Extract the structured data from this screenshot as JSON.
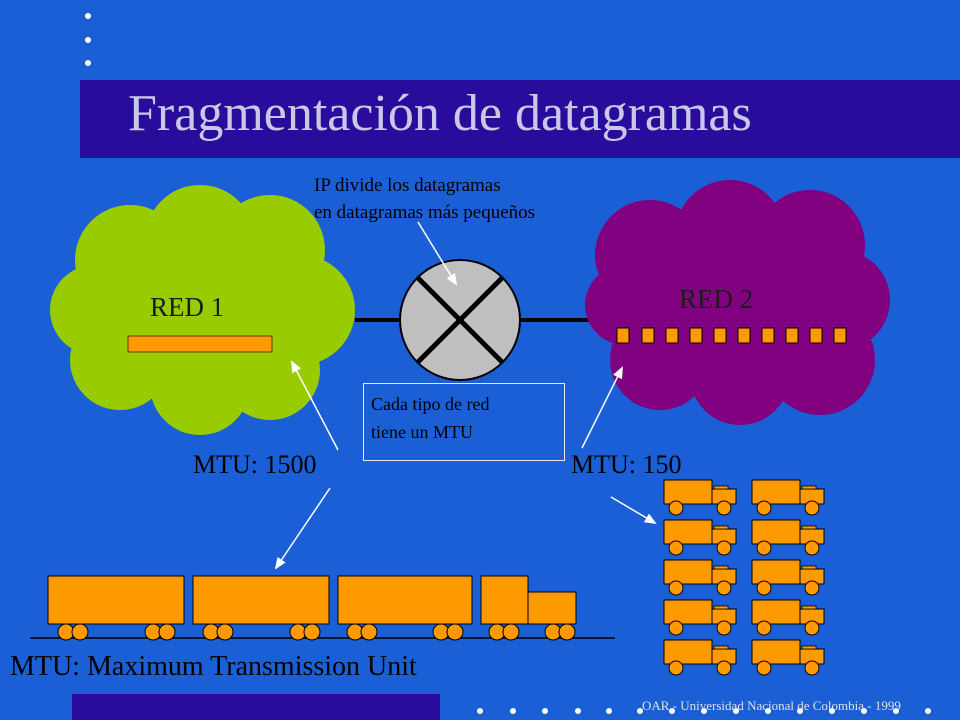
{
  "slide": {
    "title": "Fragmentación de datagramas",
    "footer": "OAR - Universidad Nacional de Colombia - 1999"
  },
  "networks": {
    "red1": {
      "label": "RED 1",
      "mtu_label": "MTU: 1500"
    },
    "red2": {
      "label": "RED 2",
      "mtu_label": "MTU: 150"
    }
  },
  "router_note": {
    "line1": "IP divide los datagramas",
    "line2": "en datagramas más pequeños"
  },
  "mtu_note": {
    "line1": "Cada tipo de red",
    "line2": "tiene un MTU"
  },
  "caption": "MTU: Maximum Transmission Unit",
  "colors": {
    "background": "#1b5fd6",
    "title_bar": "#2a0c9c",
    "title_text": "#c9c9e6",
    "red1_cloud": "#99cc00",
    "red2_cloud": "#800080",
    "router": "#bfbfbf",
    "datagram": "#ff9900"
  }
}
